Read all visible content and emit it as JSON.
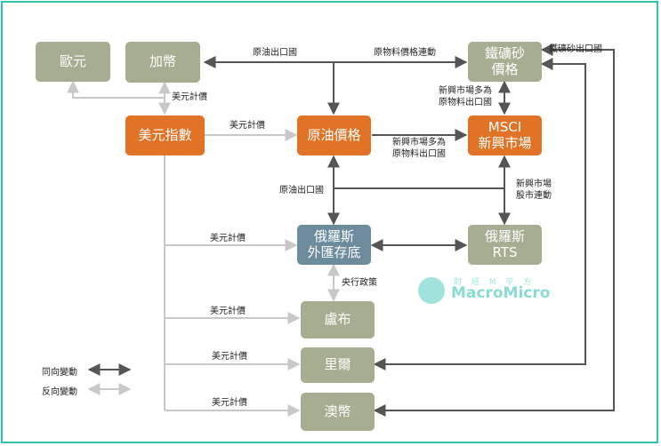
{
  "nodes": {
    "euro": "歐元",
    "cad": "加幣",
    "iron_ore": "鐵礦砂\n價格",
    "dxy": "美元指數",
    "oil": "原油價格",
    "msci": "MSCI\n新興市場",
    "russia_fx": "俄羅斯\n外匯存底",
    "rts": "俄羅斯\nRTS",
    "ruble": "盧布",
    "rial": "里爾",
    "aud": "澳幣"
  },
  "labels": {
    "oil_exporter_top": "原油出口國",
    "raw_material_linkage": "原物料價格連動",
    "iron_exporter": "鐵礦砂出口國",
    "usd_pricing_top": "美元計價",
    "usd_pricing_dxy_oil": "美元計價",
    "em_raw_material_up": "新興市場多為\n原物料出口國",
    "em_raw_material_mid": "新興市場多為\n原物料出口國",
    "oil_exporter_mid": "原油出口國",
    "em_stock_linkage": "新興市場\n股市連動",
    "usd_pricing_russia": "美元計價",
    "central_bank_policy": "央行政策",
    "usd_pricing_ruble": "美元計價",
    "usd_pricing_rial": "美元計價",
    "usd_pricing_aud": "美元計價"
  },
  "legend": {
    "same_direction": "同向變動",
    "opposite_direction": "反向變動"
  },
  "watermark": {
    "brand": "MacroMicro",
    "sub": "財 經 M 平 方"
  },
  "colors": {
    "same_direction_line": "#555555",
    "opposite_direction_line": "#c8c8c8",
    "olive_node": "#a6ad91",
    "orange_node": "#e17327",
    "steel_node": "#6c8c9d",
    "border": "#2ec4b6"
  }
}
